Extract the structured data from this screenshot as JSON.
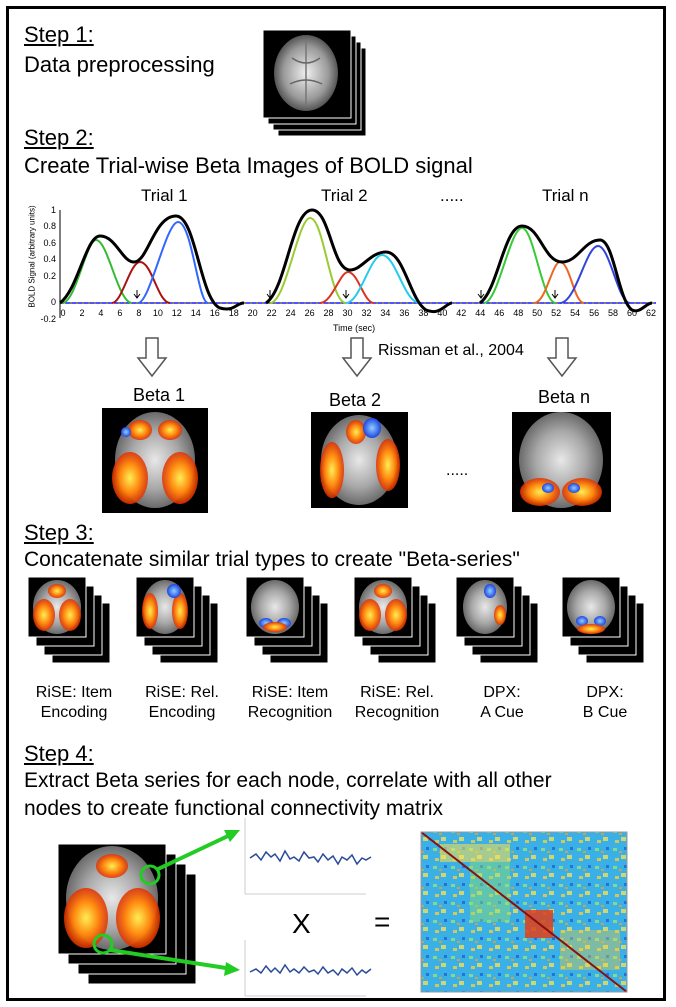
{
  "step1": {
    "heading": "Step 1:",
    "text": "Data preprocessing"
  },
  "step2": {
    "heading": "Step 2:",
    "text": "Create Trial-wise Beta Images of BOLD signal",
    "chart": {
      "trial_labels": [
        "Trial 1",
        "Trial 2",
        ".....",
        "Trial n"
      ],
      "ylabel": "BOLD Signal (arbitrary units)",
      "xlabel": "Time (sec)",
      "y_ticks": [
        "1",
        "0.8",
        "0.6",
        "0.4",
        "0.2",
        "0",
        "-0.2"
      ],
      "x_ticks": [
        "0",
        "2",
        "4",
        "6",
        "8",
        "10",
        "12",
        "14",
        "16",
        "18",
        "20",
        "22",
        "24",
        "26",
        "28",
        "30",
        "32",
        "34",
        "36",
        "38",
        "40",
        "42",
        "44",
        "46",
        "48",
        "50",
        "52",
        "54",
        "56",
        "58",
        "60",
        "62"
      ]
    },
    "citation": "Rissman et al., 2004",
    "betas": [
      "Beta 1",
      "Beta 2",
      "Beta n"
    ],
    "beta_ellipsis": "....."
  },
  "step3": {
    "heading": "Step 3:",
    "text": "Concatenate similar trial types to create \"Beta-series\"",
    "series": [
      {
        "line1": "RiSE: Item",
        "line2": "Encoding"
      },
      {
        "line1": "RiSE: Rel.",
        "line2": "Encoding"
      },
      {
        "line1": "RiSE: Item",
        "line2": "Recognition"
      },
      {
        "line1": "RiSE: Rel.",
        "line2": "Recognition"
      },
      {
        "line1": "DPX:",
        "line2": "A Cue"
      },
      {
        "line1": "DPX:",
        "line2": "B Cue"
      }
    ]
  },
  "step4": {
    "heading": "Step 4:",
    "text1": "Extract Beta series for each node, correlate with all other",
    "text2": "nodes to create functional connectivity matrix",
    "times": "X",
    "equals": "="
  },
  "colors": {
    "blob_hot": "#ff6a00",
    "blob_cold": "#3a6cff",
    "matrix_bg": "#2aa7e0",
    "arrow_green": "#22cc22"
  },
  "icons": [
    "brain-slice-icon",
    "down-arrow-icon",
    "green-arrow-icon",
    "signal-trace-icon",
    "connectivity-matrix-icon"
  ]
}
